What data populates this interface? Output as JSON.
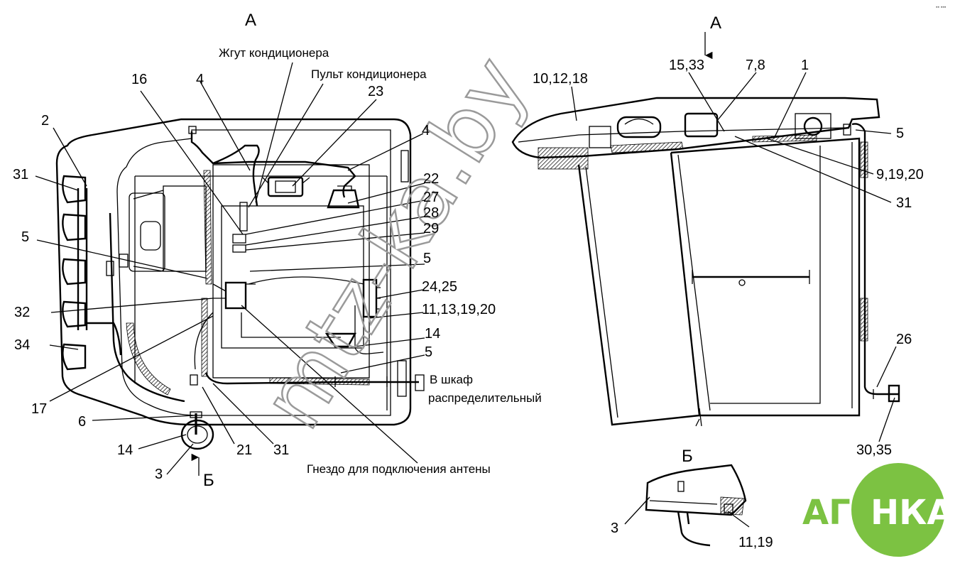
{
  "views": {
    "left_title": "А",
    "right_title": "А",
    "bottom_title": "Б",
    "arrow_b_label": "Б"
  },
  "captions": {
    "harness": "Жгут кондиционера",
    "panel": "Пульт кондиционера",
    "cabinet_line1": "В шкаф",
    "cabinet_line2": "распределительный",
    "antenna": "Гнездо для подключения антены"
  },
  "left_callouts": {
    "c2": "2",
    "c31a": "31",
    "c5a": "5",
    "c32": "32",
    "c34": "34",
    "c17": "17",
    "c6": "6",
    "c14a": "14",
    "c3": "3",
    "c21": "21",
    "c31b": "31",
    "c16": "16",
    "c4a": "4",
    "c23": "23",
    "c4b": "4",
    "c22": "22",
    "c27": "27",
    "c28": "28",
    "c29": "29",
    "c5b": "5",
    "c2425": "24,25",
    "c11": "11,13,19,20",
    "c14b": "14",
    "c5c": "5"
  },
  "right_callouts": {
    "c101218": "10,12,18",
    "c1533": "15,33",
    "c78": "7,8",
    "c1": "1",
    "c5": "5",
    "c91920": "9,19,20",
    "c31": "31",
    "c26": "26",
    "c3035": "30,35"
  },
  "bottom_callouts": {
    "c3": "3",
    "c1119": "11,19"
  },
  "watermark": "mtz-ka.by",
  "logo": {
    "text_left": "АГРО",
    "text_right": "НКА",
    "color": "#7cc242"
  },
  "corner_mark": "▪▪ ▪▪▪"
}
